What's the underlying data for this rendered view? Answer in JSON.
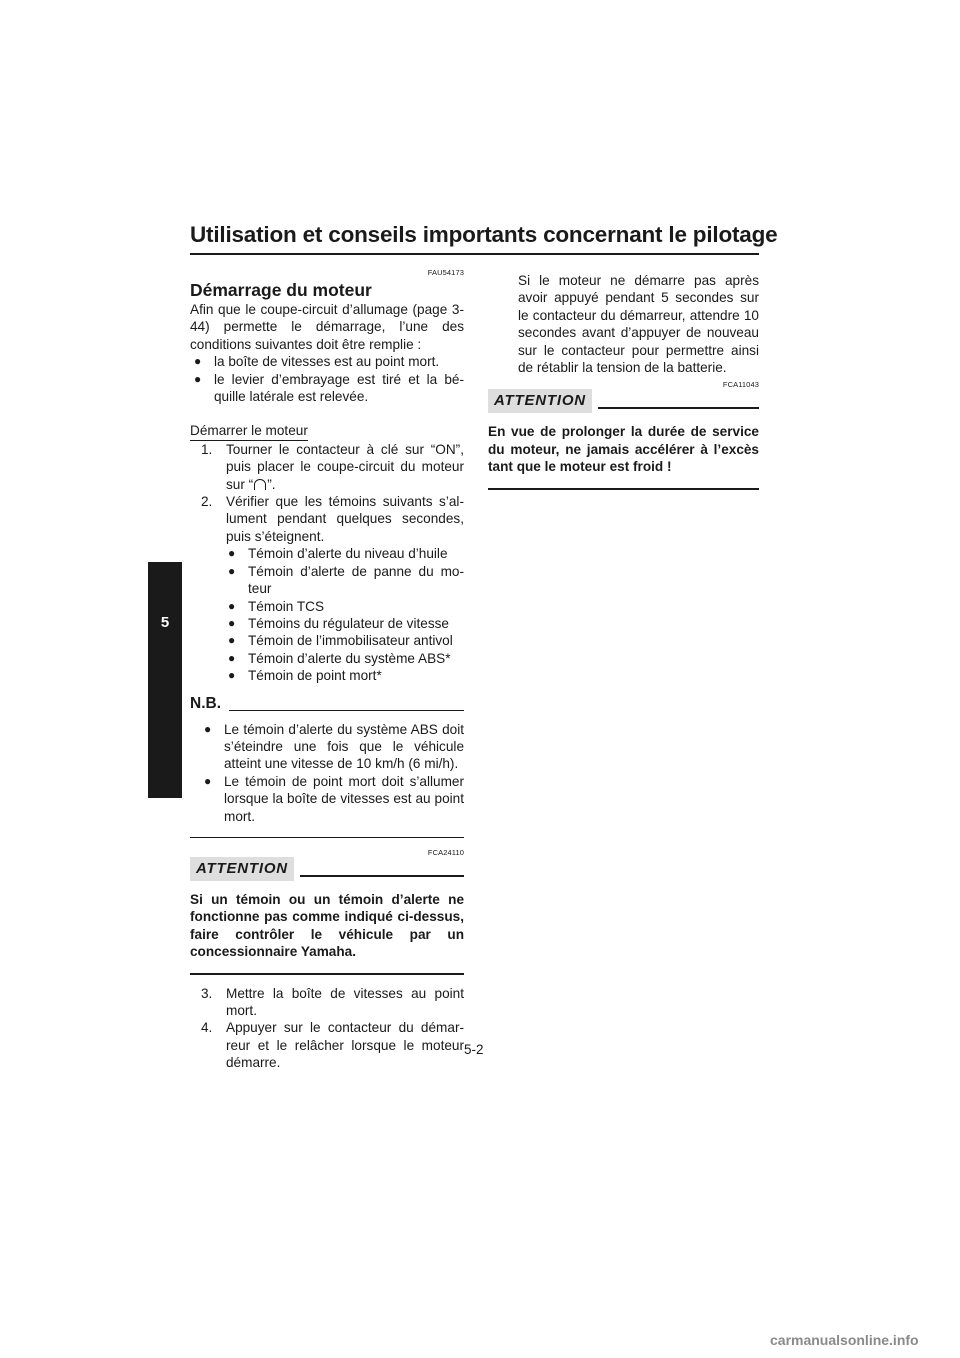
{
  "header": {
    "title": "Utilisation et conseils importants concernant le pilotage"
  },
  "chapter_tab": {
    "number": "5"
  },
  "left_column": {
    "section_code": "FAU54173",
    "section_title": "Démarrage du moteur",
    "intro": "Afin que le coupe-circuit d’allumage (page 3-44) permette le démarrage, l’une des conditions suivantes doit être remplie :",
    "conditions": [
      "la boîte de vitesses est au point mort.",
      "le levier d’embrayage est tiré et la bé­quille latérale est relevée."
    ],
    "procedure_label": "Démarrer le moteur",
    "step1": {
      "num": "1.",
      "text_before": "Tourner le contacteur à clé sur “ON”, puis placer le coupe-circuit du moteur sur “",
      "symbol_name": "engine-run-icon",
      "text_after": "”."
    },
    "step2": {
      "num": "2.",
      "text": "Vérifier que les témoins suivants s’al­lument pendant quelques secondes, puis s’éteignent."
    },
    "indicators": [
      "Témoin d’alerte du niveau d’huile",
      "Témoin d’alerte de panne du mo­teur",
      "Témoin TCS",
      "Témoins du régulateur de vitesse",
      "Témoin de l’immobilisateur anti­vol",
      "Témoin d’alerte du système ABS*",
      "Témoin de point mort*"
    ],
    "note": {
      "label": "N.B.",
      "items": [
        "Le témoin d’alerte du système ABS doit s’éteindre une fois que le véhicule atteint une vitesse de 10 km/h (6 mi/h).",
        "Le témoin de point mort doit s’allumer lorsque la boîte de vitesses est au point mort."
      ]
    },
    "attention": {
      "code": "FCA24110",
      "label": "ATTENTION",
      "text": "Si un témoin ou un témoin d’alerte ne fonctionne pas comme indiqué ci-des­sus, faire contrôler le véhicule par un concessionnaire Yamaha."
    },
    "step3": {
      "num": "3.",
      "text": "Mettre la boîte de vitesses au point mort."
    },
    "step4": {
      "num": "4.",
      "text": "Appuyer sur le contacteur du démar­reur et le relâcher lorsque le moteur démarre."
    }
  },
  "right_column": {
    "continuation": "Si le moteur ne démarre pas après avoir appuyé pendant 5 secondes sur le contacteur du démarreur, attendre 10 secondes avant d’appuyer de nou­veau sur le contacteur pour permettre ainsi de rétablir la tension de la batte­rie.",
    "attention": {
      "code": "FCA11043",
      "label": "ATTENTION",
      "text": "En vue de prolonger la durée de service du moteur, ne jamais accélérer à l’excès tant que le moteur est froid !"
    }
  },
  "footer": {
    "page_number": "5-2",
    "watermark": "carmanualsonline.info"
  }
}
